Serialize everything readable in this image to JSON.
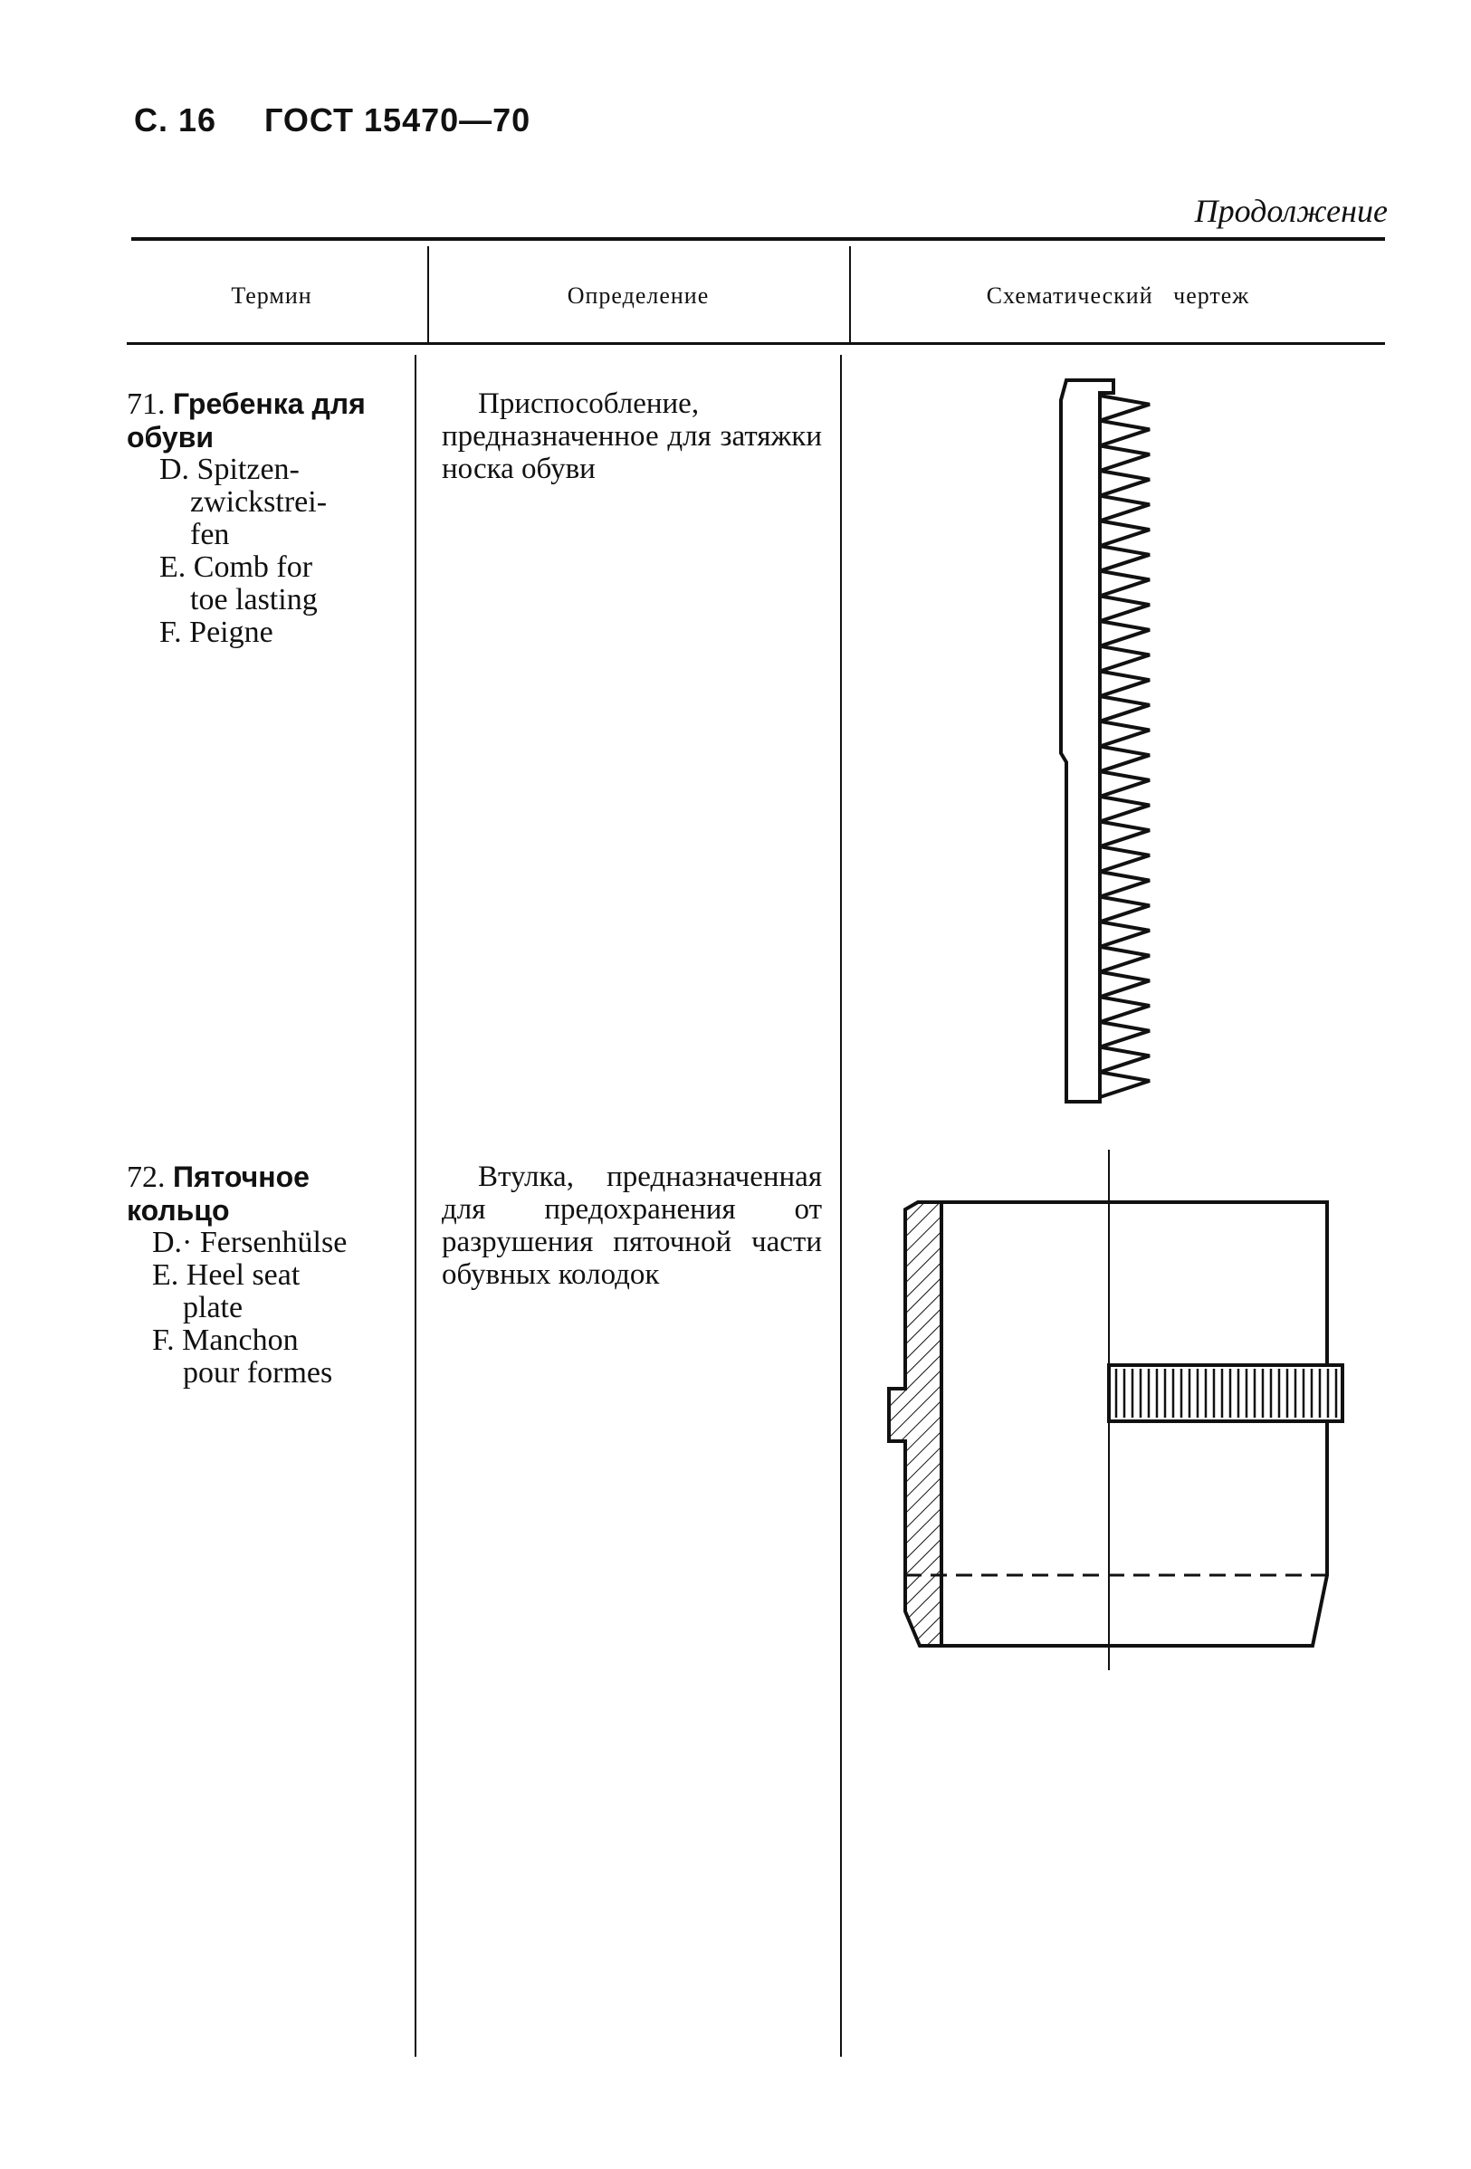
{
  "header": {
    "page": "С. 16",
    "standard": "ГОСТ 15470—70",
    "continuation": "Продолжение"
  },
  "columns": {
    "term": "Термин",
    "definition": "Определение",
    "drawing": "Схематический   чертеж"
  },
  "entries": [
    {
      "number": "71.",
      "title_lines": [
        "Гребенка для",
        "обуви"
      ],
      "translations": [
        "D. Spitzen-",
        "    zwickstrei-",
        "    fen",
        "E. Comb for",
        "    toe lasting",
        "F. Peigne"
      ],
      "definition": "Приспособление, предназначенное для затяжки носка обуви",
      "drawing": "comb-drawing"
    },
    {
      "number": "72.",
      "title_lines": [
        "Пяточное",
        "кольцо"
      ],
      "translations": [
        "D.· Fersenhülse",
        "E. Heel seat",
        "    plate",
        "F. Manchon",
        "    pour formes"
      ],
      "definition": "Втулка, предназначенная для предохранения от разрушения пяточной части обувных колодок",
      "drawing": "heel-ring-drawing"
    }
  ]
}
